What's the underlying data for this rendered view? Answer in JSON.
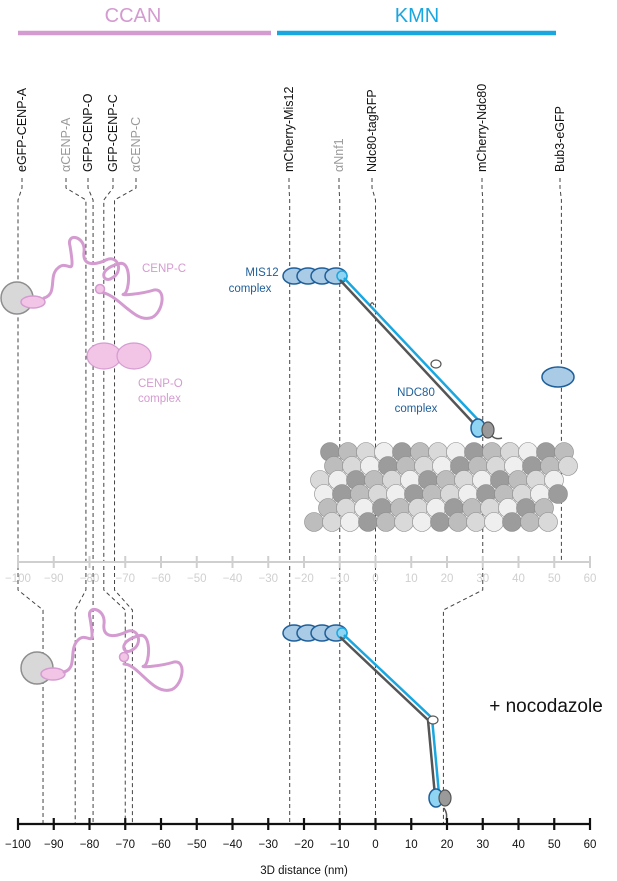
{
  "groups": {
    "ccan": {
      "label": "CCAN",
      "color": "#d49bd0"
    },
    "kmn": {
      "label": "KMN",
      "color": "#1aa7e0"
    }
  },
  "probes": [
    {
      "label": "eGFP-CENP-A",
      "value": -100,
      "nocodazole_value": -93,
      "tone": "dark"
    },
    {
      "label": "αCENP-A",
      "value": -81,
      "nocodazole_value": -84,
      "tone": "gray"
    },
    {
      "label": "GFP-CENP-O",
      "value": -79,
      "nocodazole_value": -79,
      "tone": "dark"
    },
    {
      "label": "GFP-CENP-C",
      "value": -76,
      "nocodazole_value": -70,
      "tone": "dark"
    },
    {
      "label": "αCENP-C",
      "value": -73,
      "nocodazole_value": -68,
      "tone": "gray"
    },
    {
      "label": "mCherry-Mis12",
      "value": -24,
      "nocodazole_value": -24,
      "tone": "dark"
    },
    {
      "label": "αNnf1",
      "value": -10,
      "nocodazole_value": -10,
      "tone": "gray"
    },
    {
      "label": "Ndc80-tagRFP",
      "value": 0,
      "nocodazole_value": 0,
      "tone": "dark"
    },
    {
      "label": "mCherry-Ndc80",
      "value": 30,
      "nocodazole_value": 19,
      "tone": "dark"
    },
    {
      "label": "Bub3-eGFP",
      "value": 52,
      "nocodazole_value": null,
      "tone": "dark"
    }
  ],
  "annotations": {
    "cenp_c": "CENP-C",
    "cenp_o_line1": "CENP-O",
    "cenp_o_line2": "complex",
    "mis12_line1": "MIS12",
    "mis12_line2": "complex",
    "ndc80_line1": "NDC80",
    "ndc80_line2": "complex",
    "nocodazole": "+ nocodazole"
  },
  "axis": {
    "min": -100,
    "max": 60,
    "ticks": [
      -100,
      -90,
      -80,
      -70,
      -60,
      -50,
      -40,
      -30,
      -20,
      -10,
      0,
      10,
      20,
      30,
      40,
      50,
      60
    ],
    "tick_labels": [
      "−100",
      "−90",
      "−80",
      "−70",
      "−60",
      "−50",
      "−40",
      "−30",
      "−20",
      "−10",
      "0",
      "10",
      "20",
      "30",
      "40",
      "50",
      "60"
    ],
    "xlabel": "3D distance (nm)"
  },
  "colors": {
    "pink": "#d49bd0",
    "pink_fill": "#f2c4e6",
    "blue": "#1aa7e0",
    "dark_blue": "#1f5f99",
    "blue_fill": "#a9cbe6",
    "gray": "#9a9a9a",
    "dark": "#111111"
  }
}
